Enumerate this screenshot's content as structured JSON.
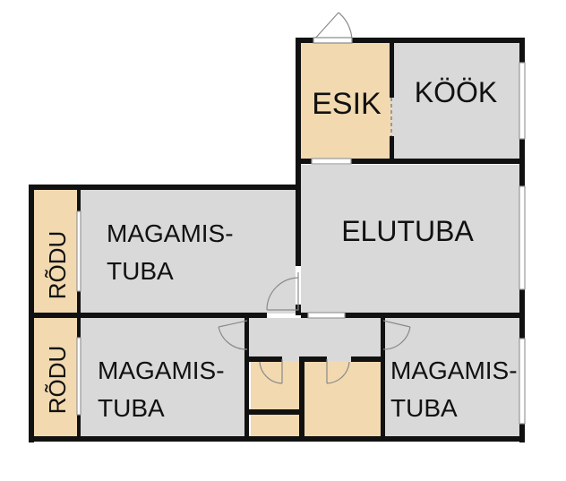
{
  "colors": {
    "wall": "#111111",
    "room_gray": "#d9d9d9",
    "room_beige": "#f2d9b0",
    "window": "#9a9a9a",
    "door_arc": "#8a8a8a",
    "background": "#ffffff"
  },
  "rooms": {
    "esik": "ESIK",
    "kook": "KÖÖK",
    "elutuba": "ELUTUBA",
    "bedroom_top_line1": "MAGAMIS-",
    "bedroom_top_line2": "TUBA",
    "bedroom_left_line1": "MAGAMIS-",
    "bedroom_left_line2": "TUBA",
    "bedroom_right_line1": "MAGAMIS-",
    "bedroom_right_line2": "TUBA",
    "rodu_top": "RÕDU",
    "rodu_bottom": "RÕDU"
  }
}
